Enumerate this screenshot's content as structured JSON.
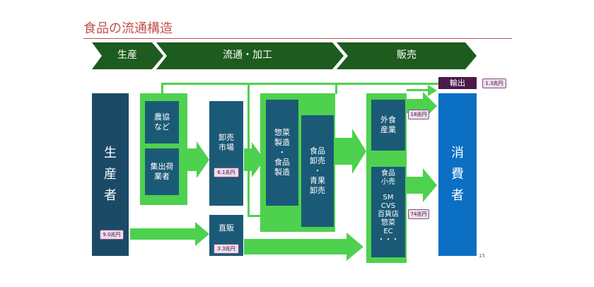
{
  "title": "食品の流通構造",
  "stages": [
    "生産",
    "流通・加工",
    "販売"
  ],
  "nodes": {
    "producer": [
      "生",
      "産",
      "者"
    ],
    "nokyo": [
      "農協",
      "など"
    ],
    "shukka": [
      "集出荷",
      "業者"
    ],
    "oroshi_ichiba": [
      "卸売",
      "市場"
    ],
    "chokuhan": "直販",
    "souzai": [
      "惣菜",
      "製造",
      "・",
      "食品",
      "製造"
    ],
    "shokuhin_oroshi": [
      "食品",
      "卸売",
      "・",
      "青果",
      "卸売"
    ],
    "gaishoku": [
      "外食",
      "産業"
    ],
    "kouri": [
      "食品",
      "小売"
    ],
    "kouri_types": [
      "SM",
      "CVS",
      "百貨店",
      "惣菜",
      "EC",
      "・・・"
    ],
    "consumer": [
      "消",
      "費",
      "者"
    ],
    "export": "輸出"
  },
  "amounts": {
    "producer": "9.0兆円",
    "oroshi_ichiba": "6.1兆円",
    "chokuhan": "3.3兆円",
    "gaishoku": "18兆円",
    "kouri": "74兆円",
    "export": "1.3兆円"
  },
  "page_number": "15",
  "colors": {
    "title": "#c0504d",
    "stage_arrow": "#1e5b1e",
    "flow_green": "#4ed14e",
    "box_blue": "#1b5a77",
    "consumer_blue": "#0b6fc4",
    "export_purple": "#4a1a4a",
    "amount_tag": "#f2d9f0"
  }
}
